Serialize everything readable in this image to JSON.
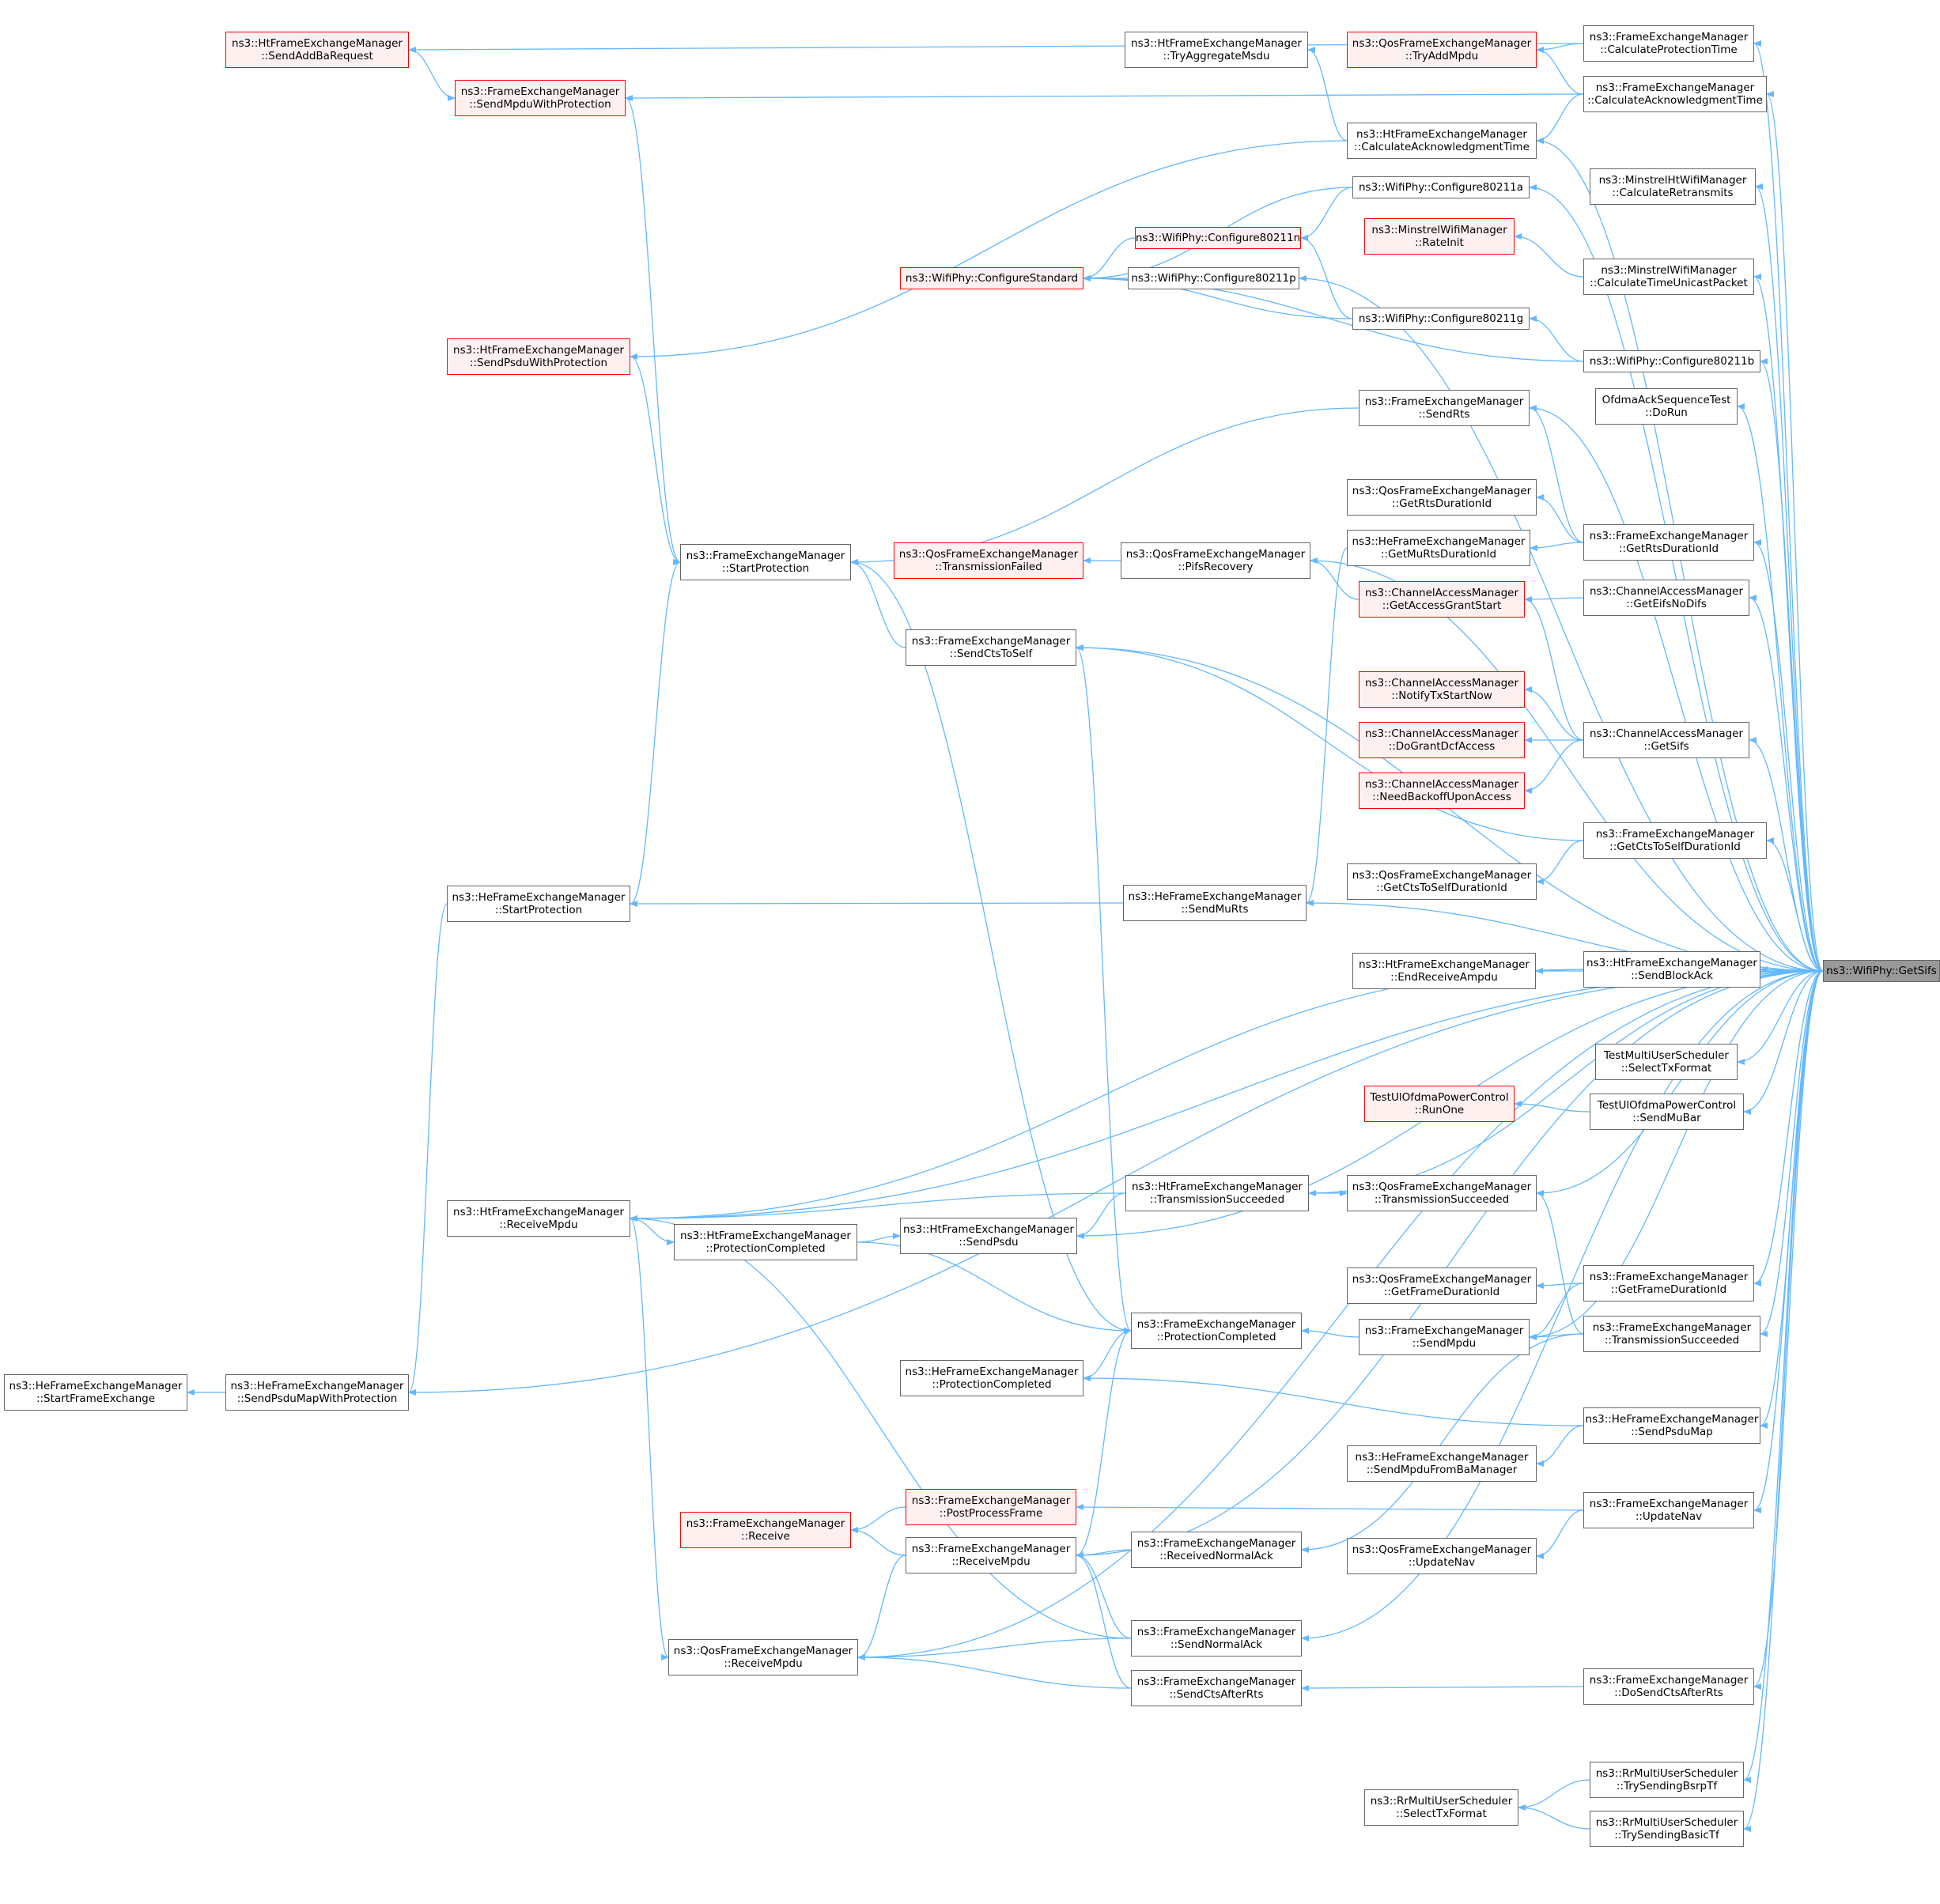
{
  "colors": {
    "edge": "#63b8ff",
    "node_border": "#666666",
    "red_border": "#ff0000",
    "red_fill": "#fff0f0",
    "focus_fill": "#999999"
  },
  "nodes": [
    {
      "id": "getsifs",
      "lines": [
        "ns3::WifiPhy::GetSifs"
      ],
      "style": "focus"
    },
    {
      "id": "htfem_sendaddba",
      "lines": [
        "ns3::HtFrameExchangeManager",
        "::SendAddBaRequest"
      ],
      "style": "red"
    },
    {
      "id": "fem_sendmpduprot",
      "lines": [
        "ns3::FrameExchangeManager",
        "::SendMpduWithProtection"
      ],
      "style": "red"
    },
    {
      "id": "htfem_sendpsduprot",
      "lines": [
        "ns3::HtFrameExchangeManager",
        "::SendPsduWithProtection"
      ],
      "style": "red"
    },
    {
      "id": "fem_startprot",
      "lines": [
        "ns3::FrameExchangeManager",
        "::StartProtection"
      ],
      "style": "normal"
    },
    {
      "id": "hefem_startprot",
      "lines": [
        "ns3::HeFrameExchangeManager",
        "::StartProtection"
      ],
      "style": "normal"
    },
    {
      "id": "htfem_recvmpdu",
      "lines": [
        "ns3::HtFrameExchangeManager",
        "::ReceiveMpdu"
      ],
      "style": "normal"
    },
    {
      "id": "hefem_startfe",
      "lines": [
        "ns3::HeFrameExchangeManager",
        "::StartFrameExchange"
      ],
      "style": "normal"
    },
    {
      "id": "hefem_sendpsdumapprot",
      "lines": [
        "ns3::HeFrameExchangeManager",
        "::SendPsduMapWithProtection"
      ],
      "style": "normal"
    },
    {
      "id": "htfem_protcomp",
      "lines": [
        "ns3::HtFrameExchangeManager",
        "::ProtectionCompleted"
      ],
      "style": "normal"
    },
    {
      "id": "fem_receive",
      "lines": [
        "ns3::FrameExchangeManager",
        "::Receive"
      ],
      "style": "red"
    },
    {
      "id": "qfem_recvmpdu",
      "lines": [
        "ns3::QosFrameExchangeManager",
        "::ReceiveMpdu"
      ],
      "style": "normal"
    },
    {
      "id": "htfem_tryaggmsdu",
      "lines": [
        "ns3::HtFrameExchangeManager",
        "::TryAggregateMsdu"
      ],
      "style": "normal"
    },
    {
      "id": "qfem_tryaddmpdu",
      "lines": [
        "ns3::QosFrameExchangeManager",
        "::TryAddMpdu"
      ],
      "style": "red"
    },
    {
      "id": "htfem_calcack",
      "lines": [
        "ns3::HtFrameExchangeManager",
        "::CalculateAcknowledgmentTime"
      ],
      "style": "normal"
    },
    {
      "id": "phy_80211a",
      "lines": [
        "ns3::WifiPhy::Configure80211a"
      ],
      "style": "normal"
    },
    {
      "id": "phy_80211n",
      "lines": [
        "ns3::WifiPhy::Configure80211n"
      ],
      "style": "red"
    },
    {
      "id": "phy_configstd",
      "lines": [
        "ns3::WifiPhy::ConfigureStandard"
      ],
      "style": "red"
    },
    {
      "id": "phy_80211p",
      "lines": [
        "ns3::WifiPhy::Configure80211p"
      ],
      "style": "normal"
    },
    {
      "id": "phy_80211g",
      "lines": [
        "ns3::WifiPhy::Configure80211g"
      ],
      "style": "normal"
    },
    {
      "id": "fem_sendrts",
      "lines": [
        "ns3::FrameExchangeManager",
        "::SendRts"
      ],
      "style": "normal"
    },
    {
      "id": "qfem_getrtsdur",
      "lines": [
        "ns3::QosFrameExchangeManager",
        "::GetRtsDurationId"
      ],
      "style": "normal"
    },
    {
      "id": "hefem_getmurtsdur",
      "lines": [
        "ns3::HeFrameExchangeManager",
        "::GetMuRtsDurationId"
      ],
      "style": "normal"
    },
    {
      "id": "qfem_txfailed",
      "lines": [
        "ns3::QosFrameExchangeManager",
        "::TransmissionFailed"
      ],
      "style": "red"
    },
    {
      "id": "qfem_pifsrec",
      "lines": [
        "ns3::QosFrameExchangeManager",
        "::PifsRecovery"
      ],
      "style": "normal"
    },
    {
      "id": "cam_getaccessgrant",
      "lines": [
        "ns3::ChannelAccessManager",
        "::GetAccessGrantStart"
      ],
      "style": "red"
    },
    {
      "id": "fem_sendctstoself",
      "lines": [
        "ns3::FrameExchangeManager",
        "::SendCtsToSelf"
      ],
      "style": "normal"
    },
    {
      "id": "cam_notifytx",
      "lines": [
        "ns3::ChannelAccessManager",
        "::NotifyTxStartNow"
      ],
      "style": "red"
    },
    {
      "id": "cam_dogrant",
      "lines": [
        "ns3::ChannelAccessManager",
        "::DoGrantDcfAccess"
      ],
      "style": "red"
    },
    {
      "id": "cam_needbackoff",
      "lines": [
        "ns3::ChannelAccessManager",
        "::NeedBackoffUponAccess"
      ],
      "style": "red"
    },
    {
      "id": "qfem_getctsdur",
      "lines": [
        "ns3::QosFrameExchangeManager",
        "::GetCtsToSelfDurationId"
      ],
      "style": "normal"
    },
    {
      "id": "hefem_sendmurts",
      "lines": [
        "ns3::HeFrameExchangeManager",
        "::SendMuRts"
      ],
      "style": "normal"
    },
    {
      "id": "htfem_endrecvampdu",
      "lines": [
        "ns3::HtFrameExchangeManager",
        "::EndReceiveAmpdu"
      ],
      "style": "normal"
    },
    {
      "id": "htfem_txsucc",
      "lines": [
        "ns3::HtFrameExchangeManager",
        "::TransmissionSucceeded"
      ],
      "style": "normal"
    },
    {
      "id": "qfem_txsucc",
      "lines": [
        "ns3::QosFrameExchangeManager",
        "::TransmissionSucceeded"
      ],
      "style": "normal"
    },
    {
      "id": "htfem_sendpsdu",
      "lines": [
        "ns3::HtFrameExchangeManager",
        "::SendPsdu"
      ],
      "style": "normal"
    },
    {
      "id": "qfem_getframedur",
      "lines": [
        "ns3::QosFrameExchangeManager",
        "::GetFrameDurationId"
      ],
      "style": "normal"
    },
    {
      "id": "fem_protcomp",
      "lines": [
        "ns3::FrameExchangeManager",
        "::ProtectionCompleted"
      ],
      "style": "normal"
    },
    {
      "id": "fem_sendmpdu",
      "lines": [
        "ns3::FrameExchangeManager",
        "::SendMpdu"
      ],
      "style": "normal"
    },
    {
      "id": "hefem_protcomp",
      "lines": [
        "ns3::HeFrameExchangeManager",
        "::ProtectionCompleted"
      ],
      "style": "normal"
    },
    {
      "id": "hefem_sendmpdufromba",
      "lines": [
        "ns3::HeFrameExchangeManager",
        "::SendMpduFromBaManager"
      ],
      "style": "normal"
    },
    {
      "id": "fem_postprocess",
      "lines": [
        "ns3::FrameExchangeManager",
        "::PostProcessFrame"
      ],
      "style": "red"
    },
    {
      "id": "fem_recvmpdu",
      "lines": [
        "ns3::FrameExchangeManager",
        "::ReceiveMpdu"
      ],
      "style": "normal"
    },
    {
      "id": "fem_recvnormalack",
      "lines": [
        "ns3::FrameExchangeManager",
        "::ReceivedNormalAck"
      ],
      "style": "normal"
    },
    {
      "id": "qfem_updatenav",
      "lines": [
        "ns3::QosFrameExchangeManager",
        "::UpdateNav"
      ],
      "style": "normal"
    },
    {
      "id": "fem_sendnormalack",
      "lines": [
        "ns3::FrameExchangeManager",
        "::SendNormalAck"
      ],
      "style": "normal"
    },
    {
      "id": "fem_sendctsafterrts",
      "lines": [
        "ns3::FrameExchangeManager",
        "::SendCtsAfterRts"
      ],
      "style": "normal"
    },
    {
      "id": "rr_selecttx",
      "lines": [
        "ns3::RrMultiUserScheduler",
        "::SelectTxFormat"
      ],
      "style": "normal"
    },
    {
      "id": "fem_calcprot",
      "lines": [
        "ns3::FrameExchangeManager",
        "::CalculateProtectionTime"
      ],
      "style": "normal"
    },
    {
      "id": "fem_calcack",
      "lines": [
        "ns3::FrameExchangeManager",
        "::CalculateAcknowledgmentTime"
      ],
      "style": "normal"
    },
    {
      "id": "mht_calcretrans",
      "lines": [
        "ns3::MinstrelHtWifiManager",
        "::CalculateRetransmits"
      ],
      "style": "normal"
    },
    {
      "id": "mw_rateinit",
      "lines": [
        "ns3::MinstrelWifiManager",
        "::RateInit"
      ],
      "style": "red"
    },
    {
      "id": "mw_calctime",
      "lines": [
        "ns3::MinstrelWifiManager",
        "::CalculateTimeUnicastPacket"
      ],
      "style": "normal"
    },
    {
      "id": "phy_80211b",
      "lines": [
        "ns3::WifiPhy::Configure80211b"
      ],
      "style": "normal"
    },
    {
      "id": "ofdma_dorun",
      "lines": [
        "OfdmaAckSequenceTest",
        "::DoRun"
      ],
      "style": "normal"
    },
    {
      "id": "fem_getrtsdur",
      "lines": [
        "ns3::FrameExchangeManager",
        "::GetRtsDurationId"
      ],
      "style": "normal"
    },
    {
      "id": "cam_geteifs",
      "lines": [
        "ns3::ChannelAccessManager",
        "::GetEifsNoDifs"
      ],
      "style": "normal"
    },
    {
      "id": "cam_getsifs",
      "lines": [
        "ns3::ChannelAccessManager",
        "::GetSifs"
      ],
      "style": "normal"
    },
    {
      "id": "fem_getctsdur",
      "lines": [
        "ns3::FrameExchangeManager",
        "::GetCtsToSelfDurationId"
      ],
      "style": "normal"
    },
    {
      "id": "htfem_sendblockack",
      "lines": [
        "ns3::HtFrameExchangeManager",
        "::SendBlockAck"
      ],
      "style": "normal"
    },
    {
      "id": "tmus_selecttx",
      "lines": [
        "TestMultiUserScheduler",
        "::SelectTxFormat"
      ],
      "style": "normal"
    },
    {
      "id": "tul_runone",
      "lines": [
        "TestUlOfdmaPowerControl",
        "::RunOne"
      ],
      "style": "red"
    },
    {
      "id": "tul_sendmubar",
      "lines": [
        "TestUlOfdmaPowerControl",
        "::SendMuBar"
      ],
      "style": "normal"
    },
    {
      "id": "fem_getframedur",
      "lines": [
        "ns3::FrameExchangeManager",
        "::GetFrameDurationId"
      ],
      "style": "normal"
    },
    {
      "id": "fem_txsucc",
      "lines": [
        "ns3::FrameExchangeManager",
        "::TransmissionSucceeded"
      ],
      "style": "normal"
    },
    {
      "id": "hefem_sendpsdumap",
      "lines": [
        "ns3::HeFrameExchangeManager",
        "::SendPsduMap"
      ],
      "style": "normal"
    },
    {
      "id": "fem_updatenav",
      "lines": [
        "ns3::FrameExchangeManager",
        "::UpdateNav"
      ],
      "style": "normal"
    },
    {
      "id": "fem_dosendctsafterrts",
      "lines": [
        "ns3::FrameExchangeManager",
        "::DoSendCtsAfterRts"
      ],
      "style": "normal"
    },
    {
      "id": "rr_trybsrp",
      "lines": [
        "ns3::RrMultiUserScheduler",
        "::TrySendingBsrpTf"
      ],
      "style": "normal"
    },
    {
      "id": "rr_trybasic",
      "lines": [
        "ns3::RrMultiUserScheduler",
        "::TrySendingBasicTf"
      ],
      "style": "normal"
    }
  ],
  "edges": [
    [
      "htfem_sendaddba",
      "fem_calcprot"
    ],
    [
      "fem_sendmpduprot",
      "htfem_sendaddba"
    ],
    [
      "fem_sendmpduprot",
      "fem_calcack"
    ],
    [
      "fem_startprot",
      "fem_sendmpduprot"
    ],
    [
      "fem_startprot",
      "htfem_sendpsduprot"
    ],
    [
      "fem_startprot",
      "fem_sendrts"
    ],
    [
      "fem_startprot",
      "fem_sendctstoself"
    ],
    [
      "fem_startprot",
      "fem_protcomp"
    ],
    [
      "hefem_startprot",
      "fem_startprot"
    ],
    [
      "hefem_startprot",
      "hefem_sendmurts"
    ],
    [
      "hefem_sendpsdumapprot",
      "hefem_startprot"
    ],
    [
      "hefem_startfe",
      "hefem_sendpsdumapprot"
    ],
    [
      "hefem_sendpsdumapprot",
      "getsifs"
    ],
    [
      "htfem_sendpsduprot",
      "htfem_calcack"
    ],
    [
      "htfem_tryaggmsdu",
      "htfem_calcack"
    ],
    [
      "qfem_tryaddmpdu",
      "fem_calcprot"
    ],
    [
      "qfem_tryaddmpdu",
      "fem_calcack"
    ],
    [
      "htfem_calcack",
      "fem_calcack"
    ],
    [
      "phy_configstd",
      "phy_80211a"
    ],
    [
      "phy_configstd",
      "phy_80211n"
    ],
    [
      "phy_configstd",
      "phy_80211p"
    ],
    [
      "phy_configstd",
      "phy_80211g"
    ],
    [
      "phy_configstd",
      "phy_80211b"
    ],
    [
      "phy_80211n",
      "phy_80211a"
    ],
    [
      "phy_80211n",
      "phy_80211g"
    ],
    [
      "phy_80211g",
      "phy_80211b"
    ],
    [
      "fem_sendrts",
      "fem_getrtsdur"
    ],
    [
      "qfem_getrtsdur",
      "fem_getrtsdur"
    ],
    [
      "hefem_getmurtsdur",
      "fem_getrtsdur"
    ],
    [
      "hefem_sendmurts",
      "hefem_getmurtsdur"
    ],
    [
      "qfem_txfailed",
      "qfem_pifsrec"
    ],
    [
      "qfem_pifsrec",
      "cam_getaccessgrant"
    ],
    [
      "cam_getaccessgrant",
      "cam_geteifs"
    ],
    [
      "cam_getaccessgrant",
      "cam_getsifs"
    ],
    [
      "cam_notifytx",
      "cam_getsifs"
    ],
    [
      "cam_dogrant",
      "cam_getsifs"
    ],
    [
      "cam_needbackoff",
      "cam_getsifs"
    ],
    [
      "fem_sendctstoself",
      "fem_getctsdur"
    ],
    [
      "qfem_getctsdur",
      "fem_getctsdur"
    ],
    [
      "htfem_endrecvampdu",
      "htfem_sendblockack"
    ],
    [
      "htfem_recvmpdu",
      "htfem_sendblockack"
    ],
    [
      "htfem_recvmpdu",
      "htfem_txsucc"
    ],
    [
      "htfem_protcomp",
      "htfem_recvmpdu"
    ],
    [
      "htfem_sendpsdu",
      "htfem_protcomp"
    ],
    [
      "htfem_sendpsdu",
      "htfem_txsucc"
    ],
    [
      "qfem_txsucc",
      "htfem_txsucc"
    ],
    [
      "qfem_txsucc",
      "fem_txsucc"
    ],
    [
      "fem_protcomp",
      "htfem_protcomp"
    ],
    [
      "fem_protcomp",
      "fem_sendmpdu"
    ],
    [
      "fem_protcomp",
      "hefem_protcomp"
    ],
    [
      "fem_protcomp",
      "fem_sendctstoself"
    ],
    [
      "qfem_getframedur",
      "fem_getframedur"
    ],
    [
      "fem_sendmpdu",
      "fem_getframedur"
    ],
    [
      "fem_sendmpdu",
      "fem_txsucc"
    ],
    [
      "hefem_protcomp",
      "hefem_sendpsdumap"
    ],
    [
      "hefem_sendmpdufromba",
      "hefem_sendpsdumap"
    ],
    [
      "fem_receive",
      "fem_postprocess"
    ],
    [
      "fem_receive",
      "fem_recvmpdu"
    ],
    [
      "fem_postprocess",
      "fem_updatenav"
    ],
    [
      "fem_recvmpdu",
      "fem_protcomp"
    ],
    [
      "fem_recvmpdu",
      "fem_recvnormalack"
    ],
    [
      "fem_recvmpdu",
      "fem_sendnormalack"
    ],
    [
      "fem_recvmpdu",
      "fem_sendctsafterrts"
    ],
    [
      "qfem_recvmpdu",
      "fem_recvmpdu"
    ],
    [
      "qfem_recvmpdu",
      "htfem_recvmpdu"
    ],
    [
      "qfem_recvmpdu",
      "fem_sendnormalack"
    ],
    [
      "qfem_recvmpdu",
      "fem_sendctsafterrts"
    ],
    [
      "htfem_recvmpdu",
      "fem_sendnormalack"
    ],
    [
      "fem_recvnormalack",
      "fem_txsucc"
    ],
    [
      "qfem_updatenav",
      "fem_updatenav"
    ],
    [
      "fem_sendctsafterrts",
      "fem_dosendctsafterrts"
    ],
    [
      "rr_selecttx",
      "rr_trybsrp"
    ],
    [
      "rr_selecttx",
      "rr_trybasic"
    ],
    [
      "tul_runone",
      "tul_sendmubar"
    ],
    [
      "mw_rateinit",
      "mw_calctime"
    ],
    [
      "fem_calcprot",
      "getsifs"
    ],
    [
      "fem_calcack",
      "getsifs"
    ],
    [
      "htfem_calcack",
      "getsifs"
    ],
    [
      "phy_80211a",
      "getsifs"
    ],
    [
      "mht_calcretrans",
      "getsifs"
    ],
    [
      "mw_calctime",
      "getsifs"
    ],
    [
      "phy_80211p",
      "getsifs"
    ],
    [
      "phy_80211b",
      "getsifs"
    ],
    [
      "fem_sendrts",
      "getsifs"
    ],
    [
      "ofdma_dorun",
      "getsifs"
    ],
    [
      "qfem_pifsrec",
      "getsifs"
    ],
    [
      "fem_getrtsdur",
      "getsifs"
    ],
    [
      "cam_geteifs",
      "getsifs"
    ],
    [
      "fem_sendctstoself",
      "getsifs"
    ],
    [
      "cam_getsifs",
      "getsifs"
    ],
    [
      "fem_getctsdur",
      "getsifs"
    ],
    [
      "hefem_sendmurts",
      "getsifs"
    ],
    [
      "htfem_endrecvampdu",
      "getsifs"
    ],
    [
      "htfem_sendblockack",
      "getsifs"
    ],
    [
      "htfem_recvmpdu",
      "getsifs"
    ],
    [
      "tmus_selecttx",
      "getsifs"
    ],
    [
      "tul_sendmubar",
      "getsifs"
    ],
    [
      "htfem_txsucc",
      "getsifs"
    ],
    [
      "qfem_txsucc",
      "getsifs"
    ],
    [
      "htfem_sendpsdu",
      "getsifs"
    ],
    [
      "fem_getframedur",
      "getsifs"
    ],
    [
      "fem_txsucc",
      "getsifs"
    ],
    [
      "fem_sendmpdu",
      "getsifs"
    ],
    [
      "hefem_sendpsdumap",
      "getsifs"
    ],
    [
      "fem_updatenav",
      "getsifs"
    ],
    [
      "fem_recvmpdu",
      "getsifs"
    ],
    [
      "fem_sendnormalack",
      "getsifs"
    ],
    [
      "fem_dosendctsafterrts",
      "getsifs"
    ],
    [
      "qfem_recvmpdu",
      "getsifs"
    ],
    [
      "rr_trybsrp",
      "getsifs"
    ],
    [
      "rr_trybasic",
      "getsifs"
    ]
  ]
}
